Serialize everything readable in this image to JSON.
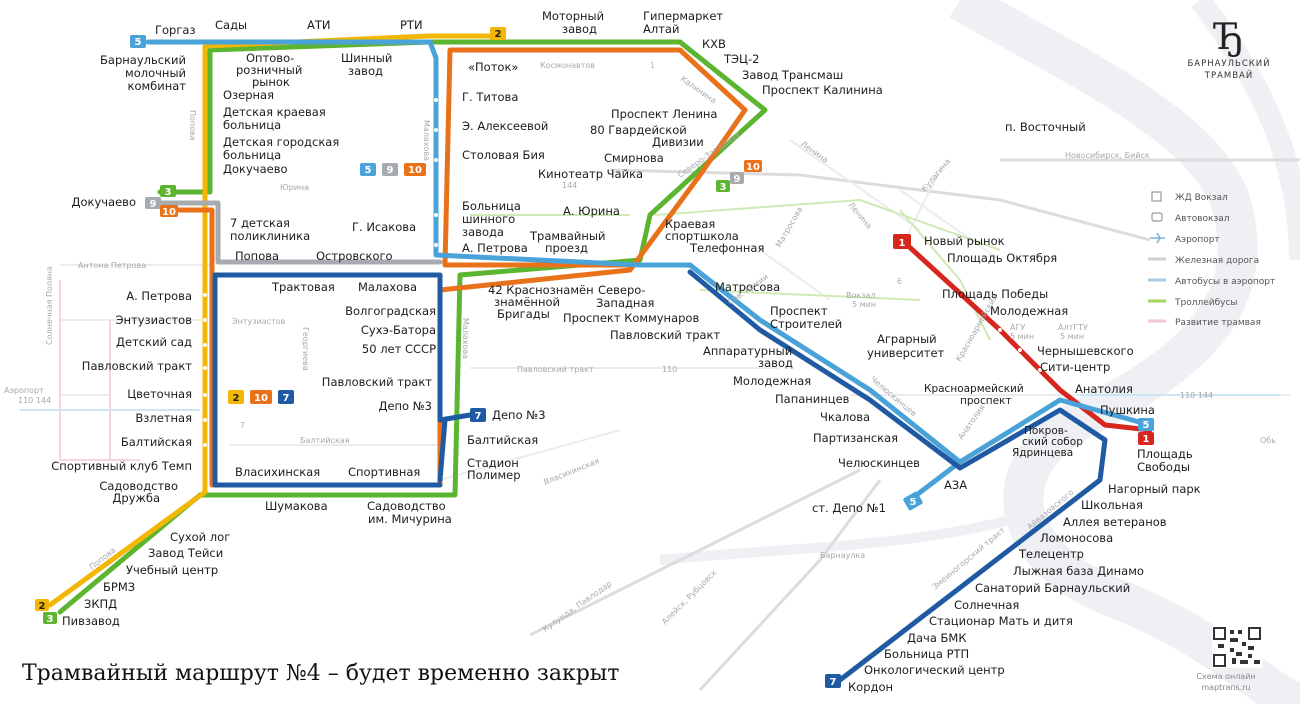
{
  "caption": "Трамвайный маршрут №4 – будет временно закрыт",
  "logo": {
    "glyph": "Ђ",
    "line1": "БАРНАУЛЬСКИЙ",
    "line2": "ТРАМВАЙ"
  },
  "qr": {
    "line1": "Схема онлайн",
    "line2": "maptrans.ru"
  },
  "colors": {
    "route1": "#d7261e",
    "route2": "#f2b705",
    "route3": "#5cb531",
    "route5": "#4aa3d8",
    "route7": "#1f5aa3",
    "route9": "#a7abb0",
    "route10": "#e8711a",
    "trolleybus": "#9fd65b",
    "rail": "#d6d6d6",
    "bus_airport": "#a9cfe8",
    "tram_dev": "#f4c6d6"
  },
  "legend": [
    {
      "icon": "railway-station-icon",
      "label": "ЖД Вокзал"
    },
    {
      "icon": "bus-station-icon",
      "label": "Автовокзал"
    },
    {
      "icon": "airport-icon",
      "label": "Аэропорт"
    },
    {
      "icon": "railway-line-icon",
      "label": "Железная дорога"
    },
    {
      "icon": "airport-bus-line-icon",
      "label": "Автобусы в аэропорт"
    },
    {
      "icon": "trolleybus-line-icon",
      "label": "Троллейбусы"
    },
    {
      "icon": "tram-development-line-icon",
      "label": "Развитие трамвая"
    }
  ],
  "route_badges": {
    "r5_top": "5",
    "r2_top": "2",
    "r3_left": "3",
    "r9_left": "9",
    "r10_left": "10",
    "r5_cluster": "5",
    "r9_cluster": "9",
    "r10_cluster": "10",
    "r3_mid": "3",
    "r9_mid": "9",
    "r10_mid": "10",
    "r2_square": "2",
    "r10_square": "10",
    "r7_square": "7",
    "r7_depo": "7",
    "r1_top": "1",
    "r5_right": "5",
    "r1_right": "1",
    "r5_bottom": "5",
    "r7_bottom": "7",
    "r2_bottom": "2",
    "r3_bottom": "3"
  },
  "stations": {
    "gorgaz": "Горгаз",
    "sady": "Сады",
    "ati": "АТИ",
    "rti": "РТИ",
    "motorny_1": "Моторный",
    "motorny_2": "завод",
    "gipermarket_1": "Гипермаркет",
    "gipermarket_2": "Алтай",
    "kvh": "КХВ",
    "tec2": "ТЭЦ-2",
    "transmash": "Завод Трансмаш",
    "kalinina": "Проспект Калинина",
    "bmk_1": "Барнаульский",
    "bmk_2": "молочный",
    "bmk_3": "комбинат",
    "optovo_1": "Оптово-",
    "optovo_2": "розничный",
    "optovo_3": "рынок",
    "shinny_1": "Шинный",
    "shinny_2": "завод",
    "ozernaya": "Озерная",
    "dkb_1": "Детская краевая",
    "dkb_2": "больница",
    "dgb_1": "Детская городская",
    "dgb_2": "больница",
    "dokuchaevo": "Докучаево",
    "dokuchaevo_left": "Докучаево",
    "potok": "«Поток»",
    "titova": "Г. Титова",
    "alekseevoy": "Э. Алексеевой",
    "biya": "Столовая Бия",
    "lenina": "Проспект Ленина",
    "g80_1": "80 Гвардейской",
    "g80_2": "Дивизии",
    "smirnova": "Смирнова",
    "chayka": "Кинотеатр Чайка",
    "bsz_1": "Больница",
    "bsz_2": "шинного",
    "bsz_3": "завода",
    "yurina": "А. Юрина",
    "petrova_top": "А. Петрова",
    "tramvayny_1": "Трамвайный",
    "tramvayny_2": "проезд",
    "ksh_1": "Краевая",
    "ksh_2": "спортшкола",
    "telefonnaya": "Телефонная",
    "p7_1": "7 детская",
    "p7_2": "поликлиника",
    "isakova": "Г. Исакова",
    "popova": "Попова",
    "ostrovskogo": "Островского",
    "traktovaya": "Трактовая",
    "malahova": "Малахова",
    "volgogradskaya": "Волгоградская",
    "sukhe": "Сухэ-Батора",
    "ssr50": "50 лет СССР",
    "pavlovsky_in": "Павловский тракт",
    "depo3_in": "Депо №3",
    "kz_1": "42 Краснознамён",
    "kz_2": "знамённой",
    "kz_3": "Бригады",
    "sz_1": "Северо-",
    "sz_2": "Западная",
    "pk": "Проспект Коммунаров",
    "pavlovsky_right": "Павловский тракт",
    "matrosova": "Матросова",
    "ps_1": "Проспект",
    "ps_2": "Строителей",
    "ap_1": "Аппаратурный",
    "ap_2": "завод",
    "molodezhnaya_mid": "Молодежная",
    "papanintsev": "Папанинцев",
    "chkalova": "Чкалова",
    "partizanskaya": "Партизанская",
    "chelyuskintsev": "Челюскинцев",
    "aza": "АЗА",
    "depo1": "ст. Депо №1",
    "agr_1": "Аграрный",
    "agr_2": "университет",
    "kp_1": "Красноармейский",
    "kp_2": "проспект",
    "ps_sobor_1": "Покров-",
    "ps_sobor_2": "ский собор",
    "yadrintseva": "Ядринцева",
    "vostochny": "п. Восточный",
    "novy_rynok": "Новый рынок",
    "oktyabrya": "Площадь Октября",
    "pobedy": "Площадь Победы",
    "molodezhnaya_r": "Молодежная",
    "chernyshevskogo": "Чернышевского",
    "siti": "Сити-центр",
    "anatoliya": "Анатолия",
    "pushkina": "Пушкина",
    "svobody_1": "Площадь",
    "svobody_2": "Свободы",
    "a_petrova": "А. Петрова",
    "entuziastov": "Энтузиастов",
    "detsad": "Детский сад",
    "pavlovsky_left": "Павловский тракт",
    "tsvetochnaya": "Цветочная",
    "vzletnaya": "Взлетная",
    "baltiyskaya_left": "Балтийская",
    "temp": "Спортивный клуб Темп",
    "druzhba_1": "Садоводство",
    "druzhba_2": "Дружба",
    "vlasikhinskaya": "Власихинская",
    "sportivnaya": "Спортивная",
    "shumakova": "Шумакова",
    "michurina_1": "Садоводство",
    "michurina_2": "им. Мичурина",
    "depo3": "Депо №3",
    "baltiyskaya_right": "Балтийская",
    "polimer_1": "Стадион",
    "polimer_2": "Полимер",
    "sukhoy": "Сухой лог",
    "teysi": "Завод Тейси",
    "uchebny": "Учебный центр",
    "brmz": "БРМЗ",
    "zkpd": "ЗКПД",
    "pivzavod": "Пивзавод",
    "nagorny": "Нагорный парк",
    "shkolnaya": "Школьная",
    "veteranov": "Аллея ветеранов",
    "lomonosova": "Ломоносова",
    "telecentr": "Телецентр",
    "lyzhnaya": "Лыжная база Динамо",
    "sanatoriy": "Санаторий Барнаульский",
    "solnechnaya": "Солнечная",
    "stacionar": "Стационар Мать и дитя",
    "dacha": "Дача БМК",
    "rtp": "Больница РТП",
    "onko": "Онкологический центр",
    "kordon": "Кордон"
  },
  "streets": {
    "kosmonavtov": "Космонавтов",
    "kalinina_st": "Калинина",
    "popova_st": "Попова",
    "malahova_st": "Малахова",
    "malahova_st2": "Малахова",
    "yurina_st": "Юрина",
    "lenina_st": "Ленина",
    "lenina_st2": "Ленина",
    "szap": "Северо-Западная",
    "kuligina": "Кулагина",
    "novosibirsk": "Новосибирск, Бийск",
    "antona": "Антона Петрова",
    "solnechnaya_st": "Солнечная Поляна",
    "entuz_st": "Энтузиастов",
    "georgieva": "Георгиева",
    "pavlovsky_st": "Павловский тракт",
    "baltiyskaya_st": "Балтийская",
    "vlasikhinskaya_st": "Власихинская",
    "popova_st2": "Попова",
    "kulunda": "Кулунда, Павлодар",
    "aleysk": "Алейск, Рубцовск",
    "barnaulka": "Барнаулка",
    "ob": "Обь",
    "anatoliya_st": "Анатолия",
    "chelyuskintsev_st": "Челюскинцев",
    "matrosova_st": "Матросова",
    "krasnoarm_st": "Красноармейский",
    "zmeinogorsky": "Змеиногорский тракт",
    "ayvazovskogo": "Айвазовского",
    "sov_armii": "Сов. Армии",
    "airport_1": "Аэропорт",
    "airport_2": "110 144",
    "bus_110_144": "110 144",
    "bus_110": "110",
    "bus_144": "144",
    "vokzal_1": "Вокзал",
    "vokzal_2": "5 мин",
    "agu_1": "АГУ",
    "agu_2": "5 мин",
    "altgtu_1": "АлтГТУ",
    "altgtu_2": "5 мин",
    "tb_1": "1",
    "tb_7": "7",
    "tb_6": "6"
  }
}
